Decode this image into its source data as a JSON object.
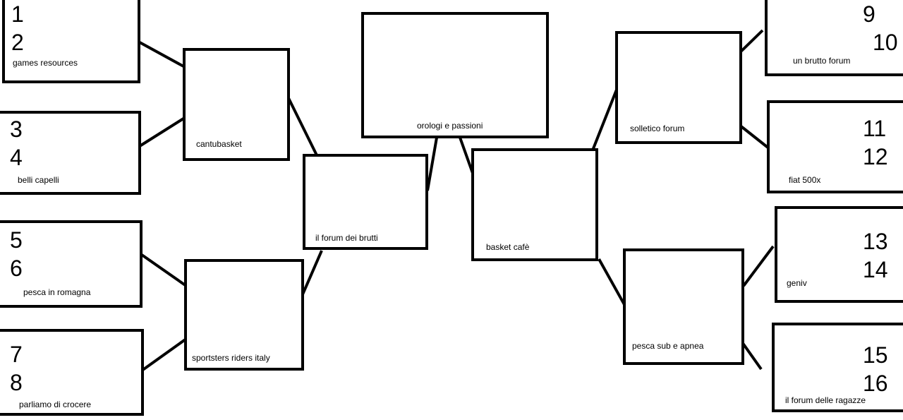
{
  "bracket": {
    "final": "orologi e passioni",
    "semifinals": [
      "il forum dei brutti",
      "basket cafè"
    ],
    "quarterfinals": [
      "cantubasket",
      "sportsters riders italy",
      "solletico forum",
      "pesca sub e apnea"
    ],
    "first_round": [
      {
        "seeds": [
          "1",
          "2"
        ],
        "name": "games resources"
      },
      {
        "seeds": [
          "3",
          "4"
        ],
        "name": "belli capelli"
      },
      {
        "seeds": [
          "5",
          "6"
        ],
        "name": "pesca in romagna"
      },
      {
        "seeds": [
          "7",
          "8"
        ],
        "name": "parliamo di crocere"
      },
      {
        "seeds": [
          "9",
          "10"
        ],
        "name": "un brutto forum"
      },
      {
        "seeds": [
          "11",
          "12"
        ],
        "name": "fiat 500x"
      },
      {
        "seeds": [
          "13",
          "14"
        ],
        "name": "geniv"
      },
      {
        "seeds": [
          "15",
          "16"
        ],
        "name": "il forum delle ragazze"
      }
    ]
  }
}
